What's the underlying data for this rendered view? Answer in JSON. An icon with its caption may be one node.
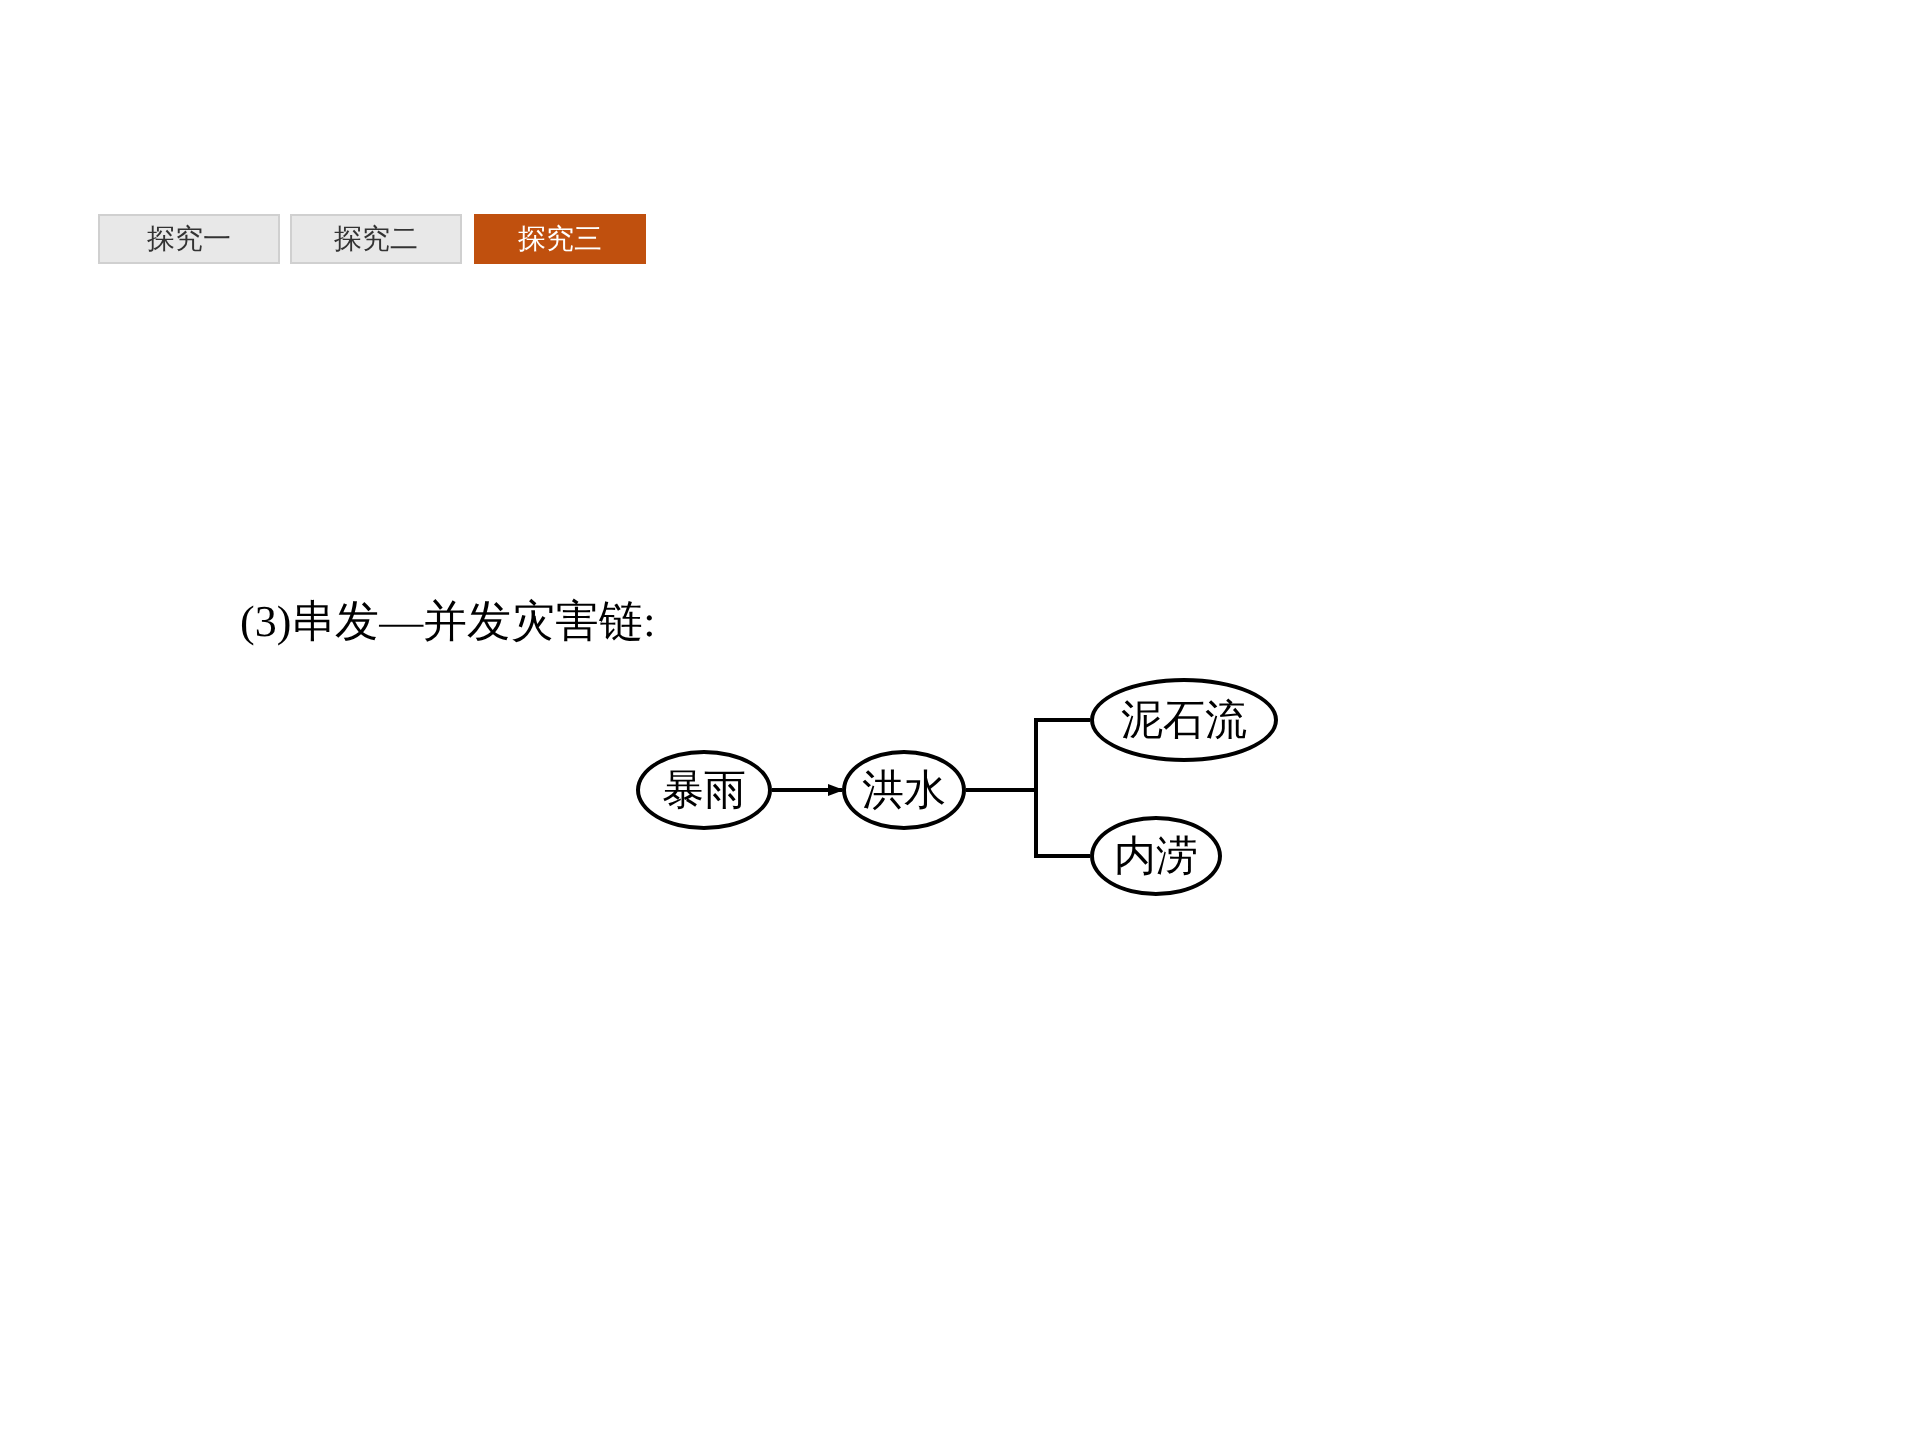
{
  "diagram": {
    "title": "(3)串发—并发灾害链:",
    "nodes": [
      {
        "text": [
          "暴雨"
        ]
      },
      {
        "text": [
          "洪水"
        ]
      },
      {
        "text": [
          "泥石流"
        ]
      },
      {
        "text": [
          "内涝"
        ]
      }
    ],
    "edges": [
      {
        "from": 0,
        "to": 1,
        "arrow": "to"
      },
      {
        "from": 1,
        "to": 2,
        "arrow": "none"
      },
      {
        "from": 1,
        "to": 3,
        "arrow": "none"
      }
    ],
    "labels": [
      "探究一",
      "探究二",
      "探究三"
    ]
  }
}
